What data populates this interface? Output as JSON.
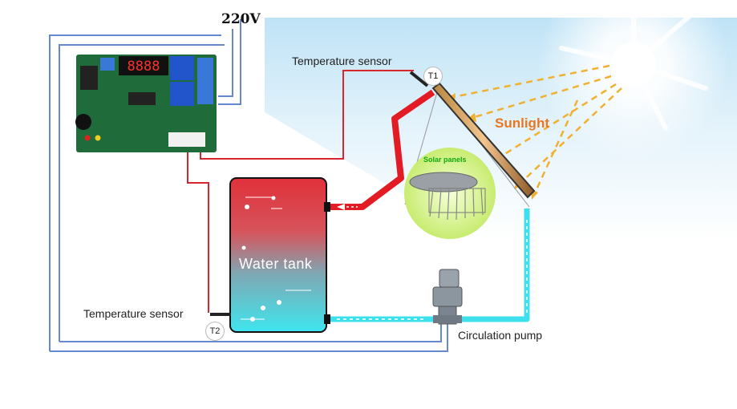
{
  "power": {
    "label": "220V"
  },
  "sensors": {
    "top_label": "Temperature sensor",
    "t1": "T1",
    "bottom_label": "Temperature sensor",
    "t2": "T2"
  },
  "sunlight_label": "Sunlight",
  "solar_panel_label": "Solar panels",
  "tank_label": "Water tank",
  "pump_label": "Circulation pump",
  "display_digits": "8888",
  "colors": {
    "hot_pipe": "#e21b25",
    "cold_pipe": "#3ee0ee",
    "wiring": "#6688cc",
    "sun_rays": "#f0b030",
    "sunlight_text": "#e87722",
    "board": "#1f6b3a"
  }
}
